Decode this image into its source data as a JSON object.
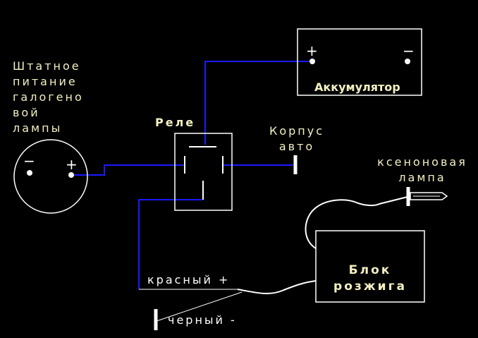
{
  "colors": {
    "background": "#000000",
    "wire_blue": "#1a1aff",
    "outline": "#ffffff",
    "label_yellow": "#f4f0c2"
  },
  "lamp_power": {
    "label_lines": [
      "Штатное",
      "питание",
      "галогено",
      "вой",
      "лампы"
    ],
    "minus_symbol": "−",
    "plus_symbol": "+"
  },
  "relay": {
    "label": "Реле"
  },
  "battery": {
    "label": "Аккумулятор",
    "plus_symbol": "+",
    "minus_symbol": "−"
  },
  "ground": {
    "label_lines": [
      "Корпус",
      "авто"
    ]
  },
  "xenon_lamp": {
    "label_lines": [
      "ксеноновая",
      "лампа"
    ]
  },
  "ignition_block": {
    "label_lines": [
      "Блок",
      "розжига"
    ]
  },
  "wires": {
    "red_label": "красный +",
    "black_label": "черный -"
  }
}
